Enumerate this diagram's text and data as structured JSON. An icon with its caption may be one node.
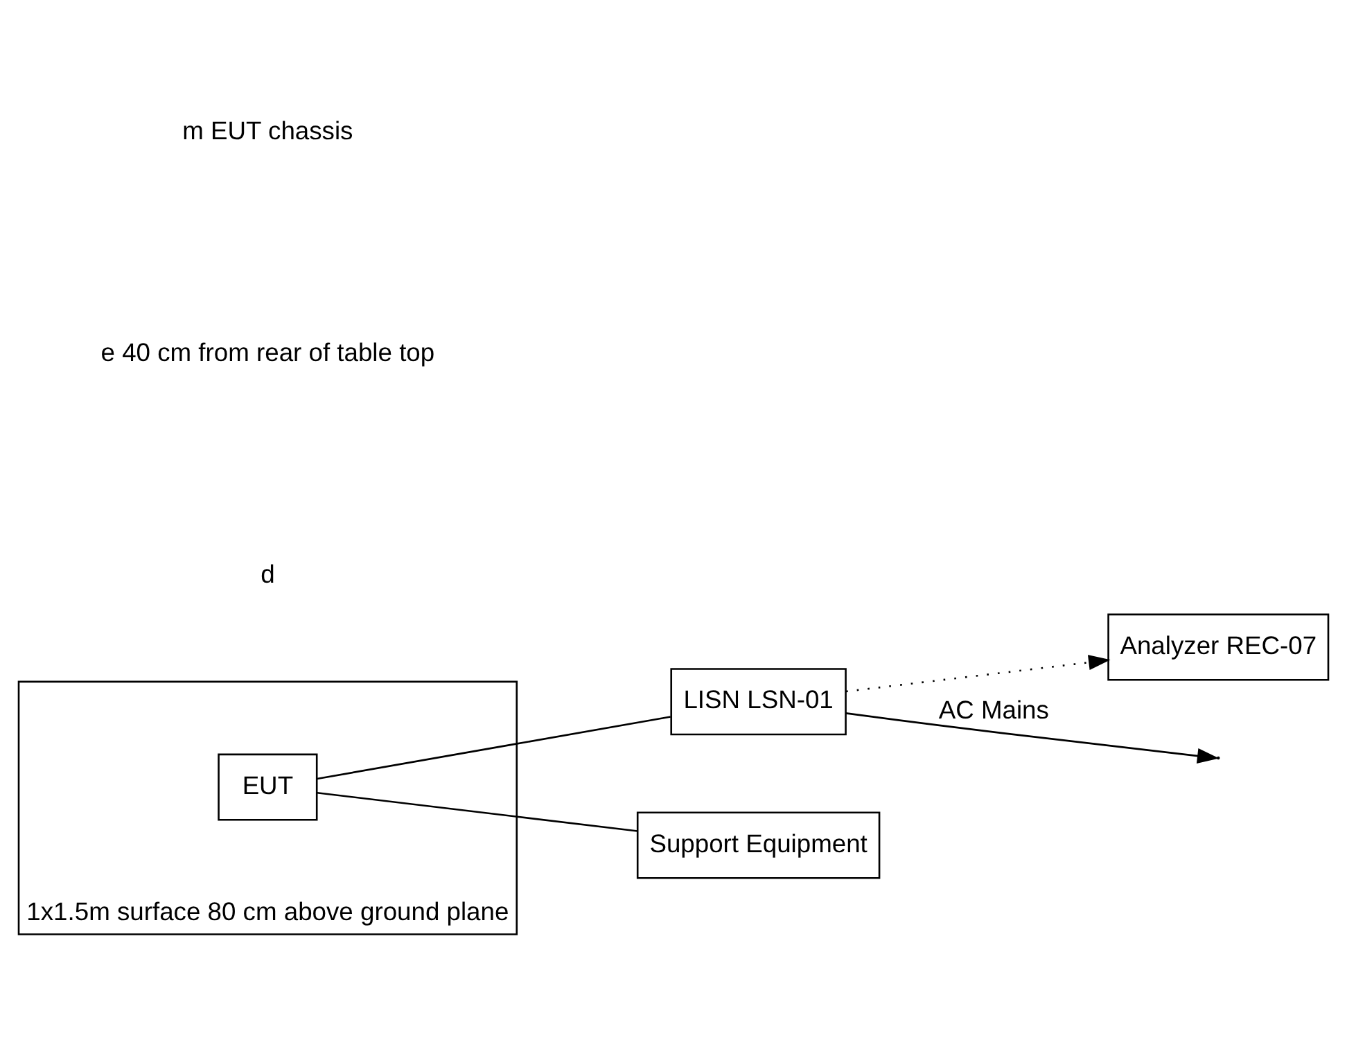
{
  "diagram": {
    "nodes": [
      {
        "text": [],
        "shape": "box",
        "beside": [
          "1x1.5m surface 80 cm above ground plane"
        ]
      },
      {
        "text": [
          "EUT"
        ],
        "in": 0
      },
      {
        "text": [
          "Analyzer REC-07"
        ]
      },
      {
        "text": [
          "LISN LSN-01"
        ]
      },
      {
        "text": [
          "Support Equipment"
        ]
      }
    ],
    "edges": [
      {
        "from": 1,
        "to": 3,
        "arrow": "none"
      },
      {
        "from": 1,
        "to": 4,
        "arrow": "none"
      },
      {
        "from": 3,
        "to": 2,
        "arrow": "to",
        "style": "dashed"
      },
      {
        "from": 3,
        "to": null,
        "arrow": "to",
        "label": "AC Mains"
      }
    ],
    "labels": [
      "m EUT chassis",
      "e 40 cm from rear of table top",
      "d"
    ]
  }
}
